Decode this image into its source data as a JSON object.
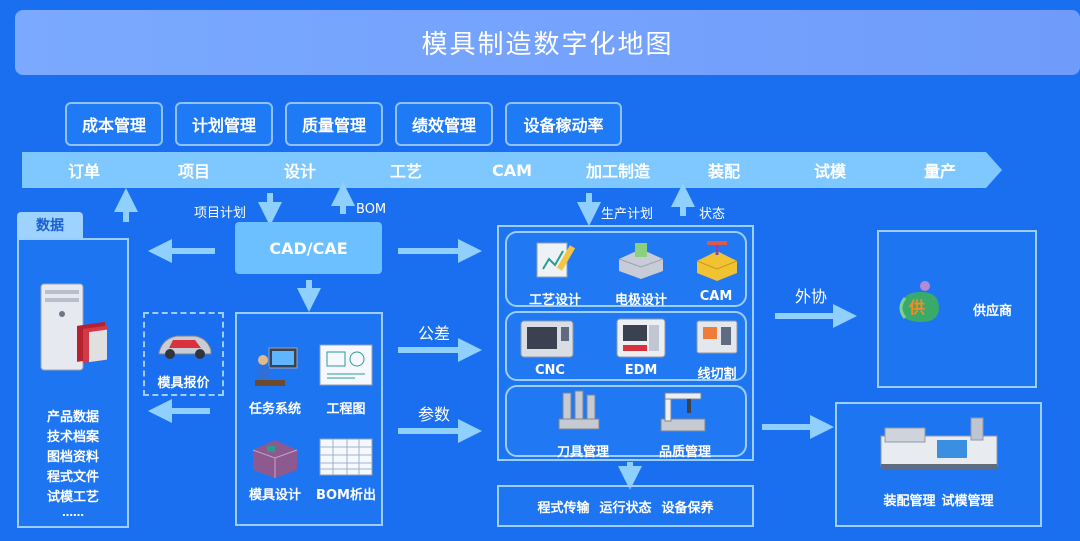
{
  "title": "模具制造数字化地图",
  "management": [
    "成本管理",
    "计划管理",
    "质量管理",
    "绩效管理",
    "设备稼动率"
  ],
  "process_steps": [
    "订单",
    "项目",
    "设计",
    "工艺",
    "CAM",
    "加工制造",
    "装配",
    "试模",
    "量产"
  ],
  "data_panel": {
    "tab": "数据",
    "items": [
      "产品数据",
      "技术档案",
      "图档资料",
      "程式文件",
      "试模工艺",
      "……"
    ]
  },
  "flow_labels": {
    "project_plan": "项目计划",
    "bom": "BOM",
    "production_plan": "生产计划",
    "status": "状态",
    "tolerance": "公差",
    "parameters": "参数",
    "outsourcing": "外协"
  },
  "cad_box": "CAD/CAE",
  "mold_quote": "模具报价",
  "design_tools": [
    "任务系统",
    "工程图",
    "模具设计",
    "BOM析出"
  ],
  "manufacturing": {
    "row1": [
      "工艺设计",
      "电极设计",
      "CAM"
    ],
    "row2": [
      "CNC",
      "EDM",
      "线切割"
    ],
    "row3": [
      "刀具管理",
      "品质管理"
    ]
  },
  "bottom_box": [
    "程式传输",
    "运行状态",
    "设备保养"
  ],
  "supplier": {
    "badge": "供",
    "label": "供应商"
  },
  "assembly": [
    "装配管理",
    "试模管理"
  ],
  "colors": {
    "background": "#1a6ff0",
    "chevron": "#7ec8ff",
    "border": "#9ccfff",
    "title_bar": "#7aa9ff"
  }
}
